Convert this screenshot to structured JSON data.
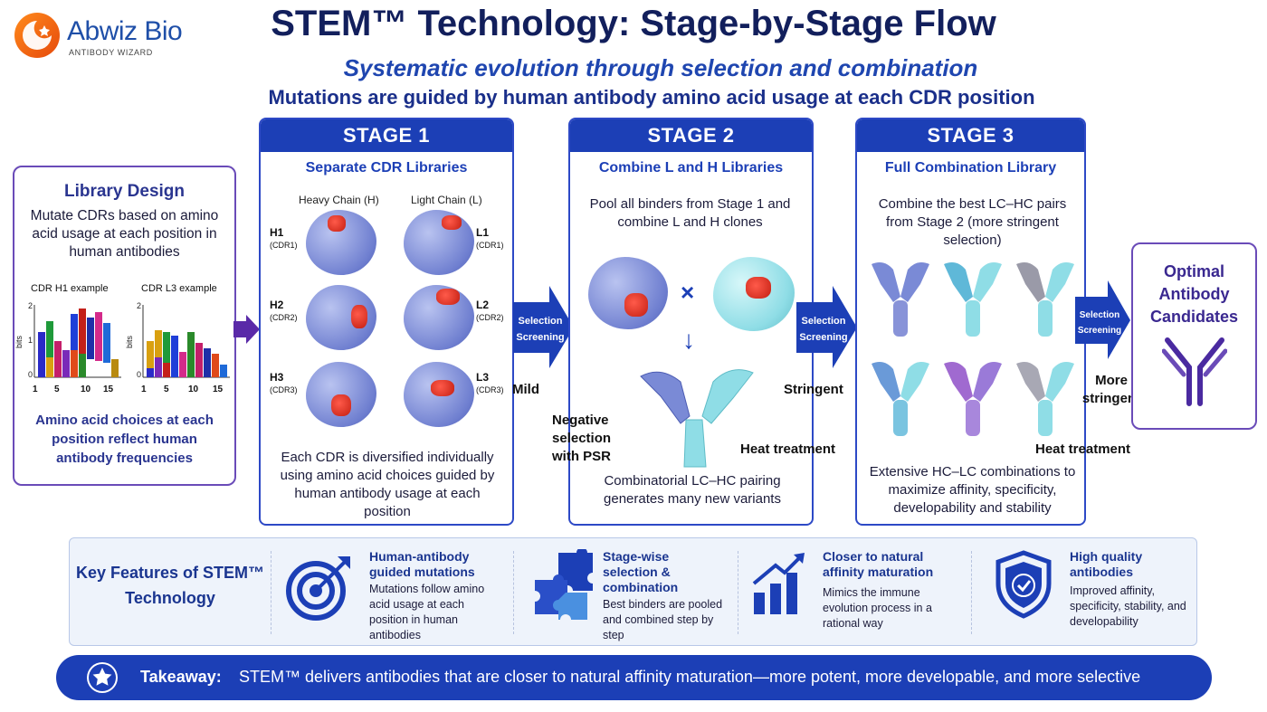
{
  "logo": {
    "name": "Abwiz Bio",
    "tagline": "ANTIBODY WIZARD"
  },
  "header": {
    "title": "STEM™ Technology: Stage-by-Stage Flow",
    "subtitle": "Systematic evolution through selection and combination",
    "guide": "Mutations are guided by human antibody amino acid usage at each CDR position"
  },
  "library": {
    "title": "Library Design",
    "text": "Mutate CDRs based on amino acid usage at each position in human antibodies",
    "logo_h1": "CDR H1 example",
    "logo_l3": "CDR L3 example",
    "axis_label": "bits",
    "y_ticks": [
      "2",
      "1",
      "0"
    ],
    "x_ticks": [
      "1",
      "5",
      "10",
      "15"
    ],
    "footer": "Amino acid choices at each position reflect human antibody frequencies"
  },
  "stage1": {
    "header": "STAGE 1",
    "subtitle": "Separate CDR Libraries",
    "heavy": "Heavy Chain (H)",
    "light": "Light Chain (L)",
    "cdrs": [
      {
        "label": "H1",
        "sub": "(CDR1)"
      },
      {
        "label": "H2",
        "sub": "(CDR2)"
      },
      {
        "label": "H3",
        "sub": "(CDR3)"
      },
      {
        "label": "L1",
        "sub": "(CDR1)"
      },
      {
        "label": "L2",
        "sub": "(CDR2)"
      },
      {
        "label": "L3",
        "sub": "(CDR3)"
      }
    ],
    "text": "Each CDR is diversified individually using amino acid choices guided by human antibody usage at each position"
  },
  "stage2": {
    "header": "STAGE 2",
    "subtitle": "Combine L and H Libraries",
    "text": "Pool all binders from Stage 1 and combine L and H clones",
    "times": "×",
    "down": "↓",
    "neg": "Negative selection with PSR",
    "heat": "Heat treatment",
    "bottom": "Combinatorial LC–HC pairing generates many new variants"
  },
  "stage3": {
    "header": "STAGE 3",
    "subtitle": "Full Combination Library",
    "text": "Combine the best LC–HC pairs from Stage 2 (more stringent selection)",
    "heat": "Heat treatment",
    "bottom": "Extensive HC–LC combinations to maximize affinity, specificity, developability and stability"
  },
  "arrows": {
    "label": "Selection Screening",
    "a0_label": "",
    "a1_label": "Mild",
    "a2_label": "Stringent",
    "a3_label": "More stringent"
  },
  "optimal": {
    "title": "Optimal Antibody Candidates"
  },
  "features": {
    "title": "Key Features of STEM™ Technology",
    "items": [
      {
        "icon": "target-icon",
        "head": "Human-antibody guided mutations",
        "body": "Mutations follow amino acid usage at each position in human antibodies"
      },
      {
        "icon": "puzzle-icon",
        "head": "Stage-wise selection & combination",
        "body": "Best binders are pooled and combined step by step"
      },
      {
        "icon": "growth-chart-icon",
        "head": "Closer to natural affinity maturation",
        "body": "Mimics the immune evolution process in a rational way"
      },
      {
        "icon": "shield-check-icon",
        "head": "High quality antibodies",
        "body": "Improved affinity, specificity, stability, and developability"
      }
    ]
  },
  "takeaway": {
    "label": "Takeaway:",
    "text": "STEM™ delivers antibodies that are closer to natural affinity maturation—more potent, more developable, and more selective"
  },
  "colors": {
    "primary": "#1c3fb6",
    "purple": "#6a4bb8",
    "cdr_red": "#d42a1c",
    "protein_blue": "#7a8ad6",
    "protein_cyan": "#8fdde6"
  }
}
